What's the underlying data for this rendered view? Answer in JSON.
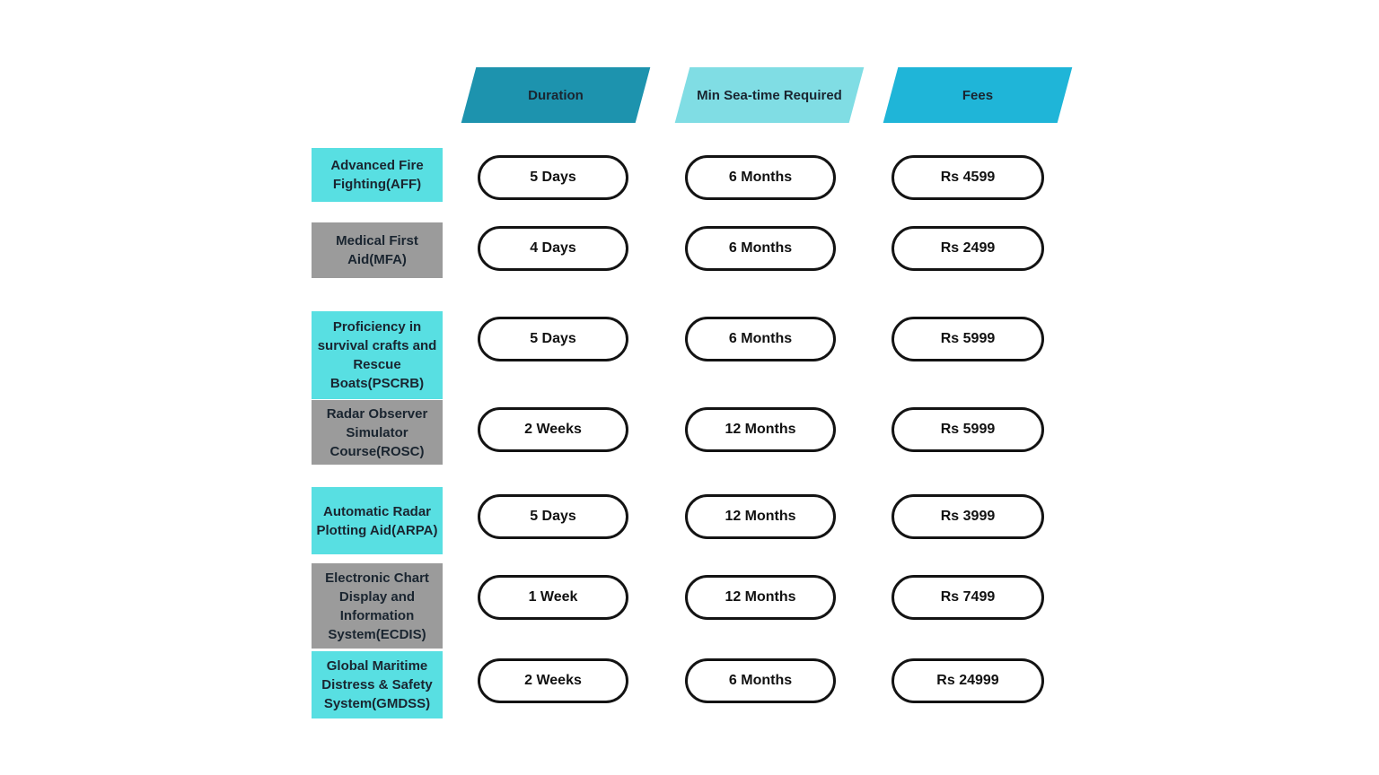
{
  "colors": {
    "header_duration": "#1D93AE",
    "header_seatime": "#80DDE4",
    "header_fees": "#1FB5D8",
    "cyan_label": "#58DFE2",
    "gray_label": "#9B9B9B",
    "pill_border": "#131313",
    "pill_text": "#111111",
    "text": "#1A2530"
  },
  "headers": [
    {
      "label": "Duration"
    },
    {
      "label": "Min Sea-time Required"
    },
    {
      "label": "Fees"
    }
  ],
  "rows": [
    {
      "course": "Advanced Fire Fighting(AFF)",
      "duration": "5 Days",
      "sea_time": "6 Months",
      "fees": "Rs 4599"
    },
    {
      "course": "Medical First Aid(MFA)",
      "duration": "4 Days",
      "sea_time": "6 Months",
      "fees": "Rs 2499"
    },
    {
      "course": "Proficiency in survival crafts and Rescue Boats(PSCRB)",
      "duration": "5 Days",
      "sea_time": "6 Months",
      "fees": "Rs 5999"
    },
    {
      "course": "Radar Observer Simulator Course(ROSC)",
      "duration": "2 Weeks",
      "sea_time": "12 Months",
      "fees": "Rs 5999"
    },
    {
      "course": "Automatic Radar Plotting Aid(ARPA)",
      "duration": "5 Days",
      "sea_time": "12 Months",
      "fees": "Rs 3999"
    },
    {
      "course": "Electronic Chart Display and Information System(ECDIS)",
      "duration": "1 Week",
      "sea_time": "12 Months",
      "fees": "Rs 7499"
    },
    {
      "course": "Global Maritime Distress & Safety System(GMDSS)",
      "duration": "2 Weeks",
      "sea_time": "6 Months",
      "fees": "Rs 24999"
    }
  ]
}
